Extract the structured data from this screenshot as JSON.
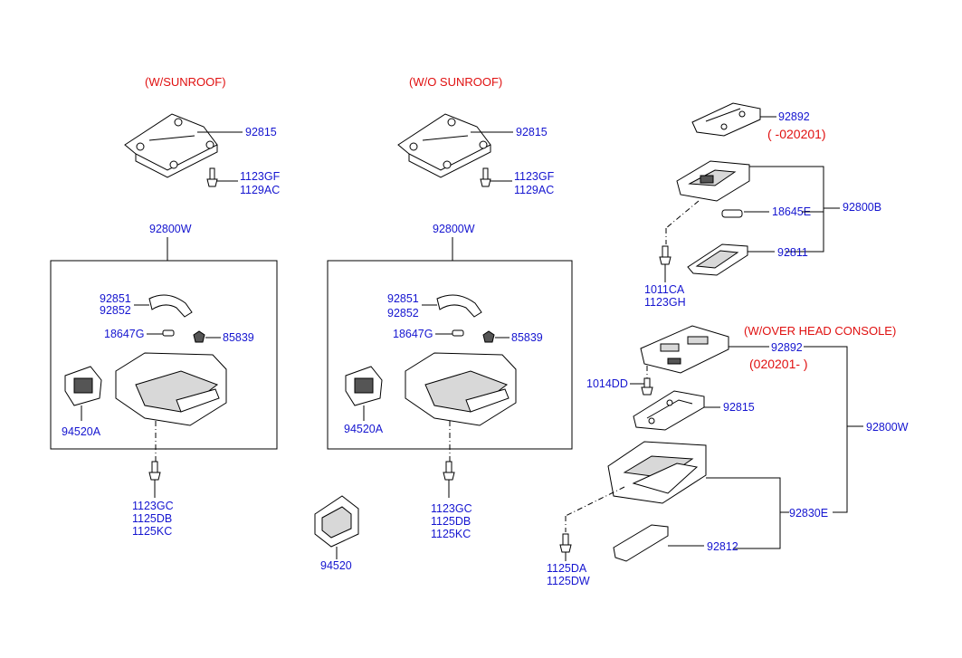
{
  "notes": {
    "w_sunroof": "(W/SUNROOF)",
    "wo_sunroof": "(W/O SUNROOF)",
    "date_to": "( -020201)",
    "over_head_console": "(W/OVER HEAD CONSOLE)",
    "date_from": "(020201- )"
  },
  "labels": {
    "l_92815": "92815",
    "l_1123gf": "1123GF",
    "l_1129ac": "1129AC",
    "l_92800w": "92800W",
    "l_92851": "92851",
    "l_92852": "92852",
    "l_18647g": "18647G",
    "l_85839": "85839",
    "l_94520a": "94520A",
    "l_1123gc": "1123GC",
    "l_1125db": "1125DB",
    "l_1125kc": "1125KC",
    "m_92815": "92815",
    "m_1123gf": "1123GF",
    "m_1129ac": "1129AC",
    "m_92800w": "92800W",
    "m_92851": "92851",
    "m_92852": "92852",
    "m_18647g": "18647G",
    "m_85839": "85839",
    "m_94520a": "94520A",
    "m_1123gc": "1123GC",
    "m_1125db": "1125DB",
    "m_1125kc": "1125KC",
    "m_94520": "94520",
    "r_92892_top": "92892",
    "r_18645e": "18645E",
    "r_92800b": "92800B",
    "r_92811": "92811",
    "r_1011ca": "1011CA",
    "r_1123gh": "1123GH",
    "r_92892_bot": "92892",
    "r_1014dd": "1014DD",
    "r_92815": "92815",
    "r_92800w": "92800W",
    "r_92830e": "92830E",
    "r_92812": "92812",
    "r_1125da": "1125DA",
    "r_1125dw": "1125DW"
  }
}
